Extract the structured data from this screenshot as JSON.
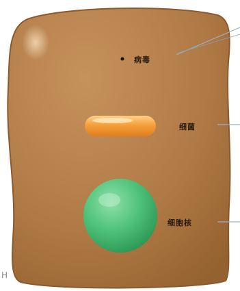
{
  "labels": {
    "virus": "病毒",
    "bacteria": "细菌",
    "cell_nucleus": "细胞核"
  },
  "colors": {
    "cell_body": "#b07a46",
    "cell_edge": "#8a5a2e",
    "bacteria": "#f0962e",
    "nucleus": "#4fc27a",
    "pointer": "#9ab0c8"
  },
  "fragment_text": "H"
}
